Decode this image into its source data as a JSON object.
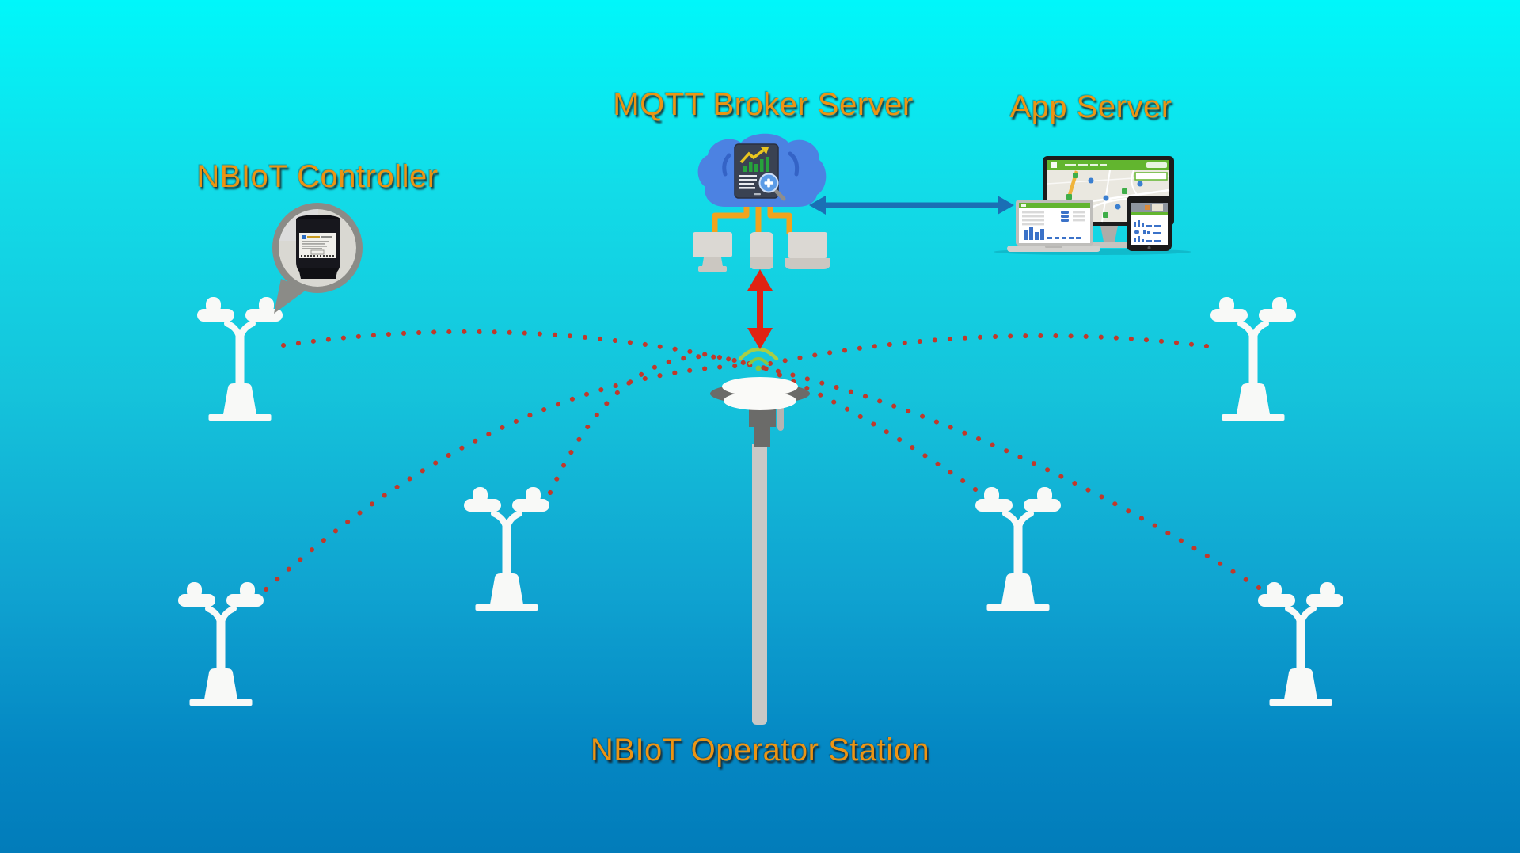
{
  "labels": {
    "controller": "NBIoT Controller",
    "broker": "MQTT Broker Server",
    "app_server": "App Server",
    "operator_station": "NBIoT Operator Station"
  },
  "nodes": [
    {
      "id": "nbiot-controller",
      "label": "NBIoT Controller",
      "icon": "controller-photo-bubble"
    },
    {
      "id": "mqtt-broker-server",
      "label": "MQTT Broker Server",
      "icon": "cloud-analytics-icon"
    },
    {
      "id": "app-server",
      "label": "App Server",
      "icon": "multi-device-dashboard-icon"
    },
    {
      "id": "nbiot-operator-station",
      "label": "NBIoT Operator Station",
      "icon": "antenna-mast-icon"
    },
    {
      "id": "street-light",
      "count": 6,
      "icon": "street-light-icon"
    }
  ],
  "links": [
    {
      "from": "street-light",
      "to": "nbiot-operator-station",
      "style": "dotted-curve",
      "count": 6,
      "color_key": "link_dotted"
    },
    {
      "from": "nbiot-operator-station",
      "to": "mqtt-broker-server",
      "style": "double-headed-arrow",
      "color_key": "arrow_red"
    },
    {
      "from": "mqtt-broker-server",
      "to": "app-server",
      "style": "double-headed-arrow",
      "color_key": "arrow_blue"
    }
  ],
  "colors": {
    "bg_top": "#00f7fa",
    "bg_upper": "#12dce8",
    "bg_mid": "#15c3db",
    "bg_lower": "#0fa2d0",
    "bg_deep": "#0487c3",
    "bg_bottom": "#027cba",
    "label_text": "#ec9413",
    "link_dotted": "#c0392b",
    "arrow_red": "#e02312",
    "arrow_blue": "#1a6fb5",
    "cable_orange": "#f2a31d",
    "signal_green": "#8cc63f",
    "signal_green_light": "#a9ce45",
    "cloud_blue": "#4c82e2",
    "cloud_accent": "#3463c6",
    "light_fixture": "#f8f9f7",
    "device_gray": "#dbd8d3",
    "device_gray_dark": "#cbc7c1",
    "ui_green": "#62b52f",
    "chart_blue": "#3b72c8",
    "pole_gray": "#c9c8c6",
    "pole_dark": "#6b6b69",
    "bubble_gray": "#8b8b87"
  }
}
